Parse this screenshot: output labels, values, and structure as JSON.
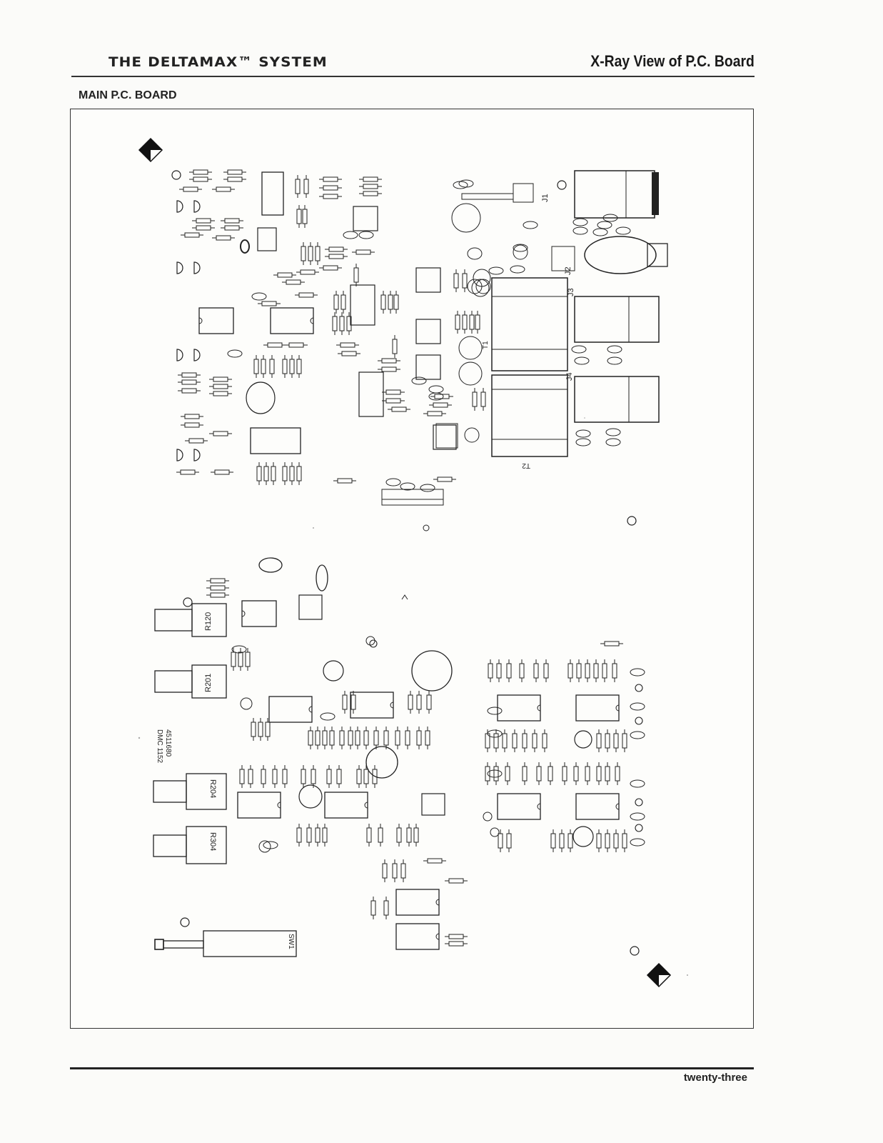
{
  "header": {
    "left_title": "THE DELTAMAX™ SYSTEM",
    "right_title": "X-Ray View of P.C. Board"
  },
  "section": {
    "title": "MAIN P.C. BOARD"
  },
  "board": {
    "labels": {
      "j1": "J1",
      "j2": "J2",
      "j3": "J3",
      "j4": "J4",
      "t1": "T1",
      "t2": "T2",
      "r120": "R120",
      "r201": "R201",
      "r204": "R204",
      "r304": "R304",
      "sw1": "SW1",
      "part_no_line1": "DMC 1152",
      "part_no_line2": "4511680"
    }
  },
  "footer": {
    "page_label": "twenty-three"
  }
}
